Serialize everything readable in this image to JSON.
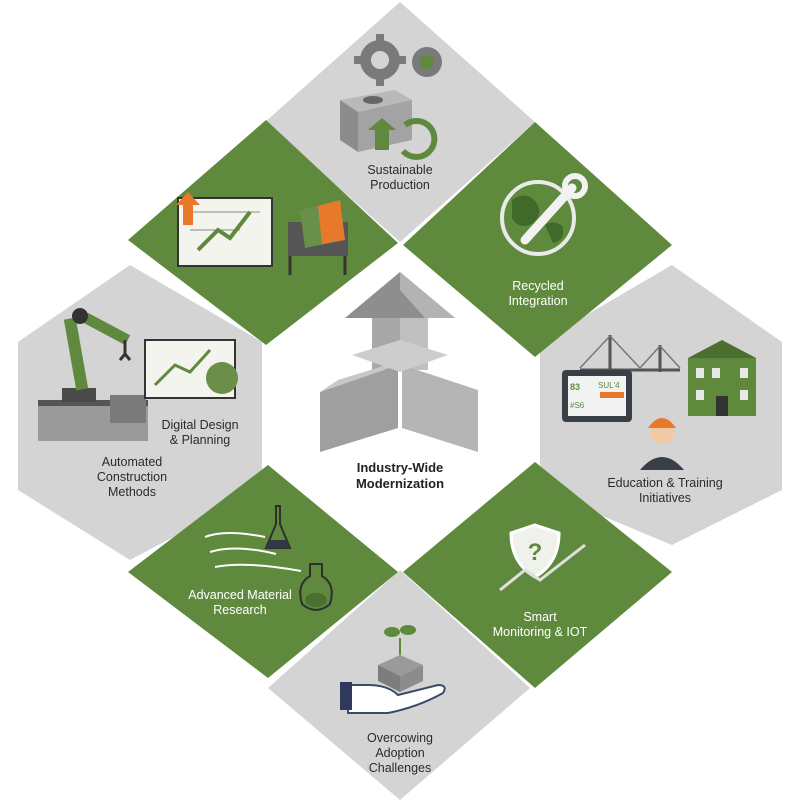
{
  "center": {
    "line1": "Industry-Wide",
    "line2": "Modernization",
    "icon": "upward-blocks-arrow-icon"
  },
  "tiles": {
    "sustainable": {
      "line1": "Sustainable",
      "line2": "Production",
      "icon": "gears-cube-recycle-icon"
    },
    "digital": {
      "line1": "Digital Design",
      "line2": "& Planning",
      "icon": "blueprint-mixer-icon"
    },
    "recycled": {
      "line1": "Recycled",
      "line2": "Integration",
      "icon": "globe-wrench-icon"
    },
    "automated": {
      "line1": "Automated",
      "line2": "Construction",
      "line3": "Methods",
      "icon": "robot-arm-icon"
    },
    "education": {
      "line1": "Education & Training",
      "line2": "Initiatives",
      "icon": "bridge-school-worker-icon"
    },
    "advanced": {
      "line1": "Advanced Material",
      "line2": "Research",
      "icon": "flask-icon"
    },
    "smart": {
      "line1": "Smart",
      "line2": "Monitoring & IOT",
      "icon": "shield-question-icon"
    },
    "overcoming": {
      "line1": "Overcowing",
      "line2": "Adoption",
      "line3": "Challenges",
      "icon": "hand-sprout-icon"
    }
  },
  "tablet": {
    "t1": "83",
    "t2": "SUL'4",
    "t3": "#S6"
  },
  "colors": {
    "green": "#5f8a3e",
    "gray": "#d4d4d4",
    "dark": "#3a3f47",
    "orange": "#e8792b"
  }
}
